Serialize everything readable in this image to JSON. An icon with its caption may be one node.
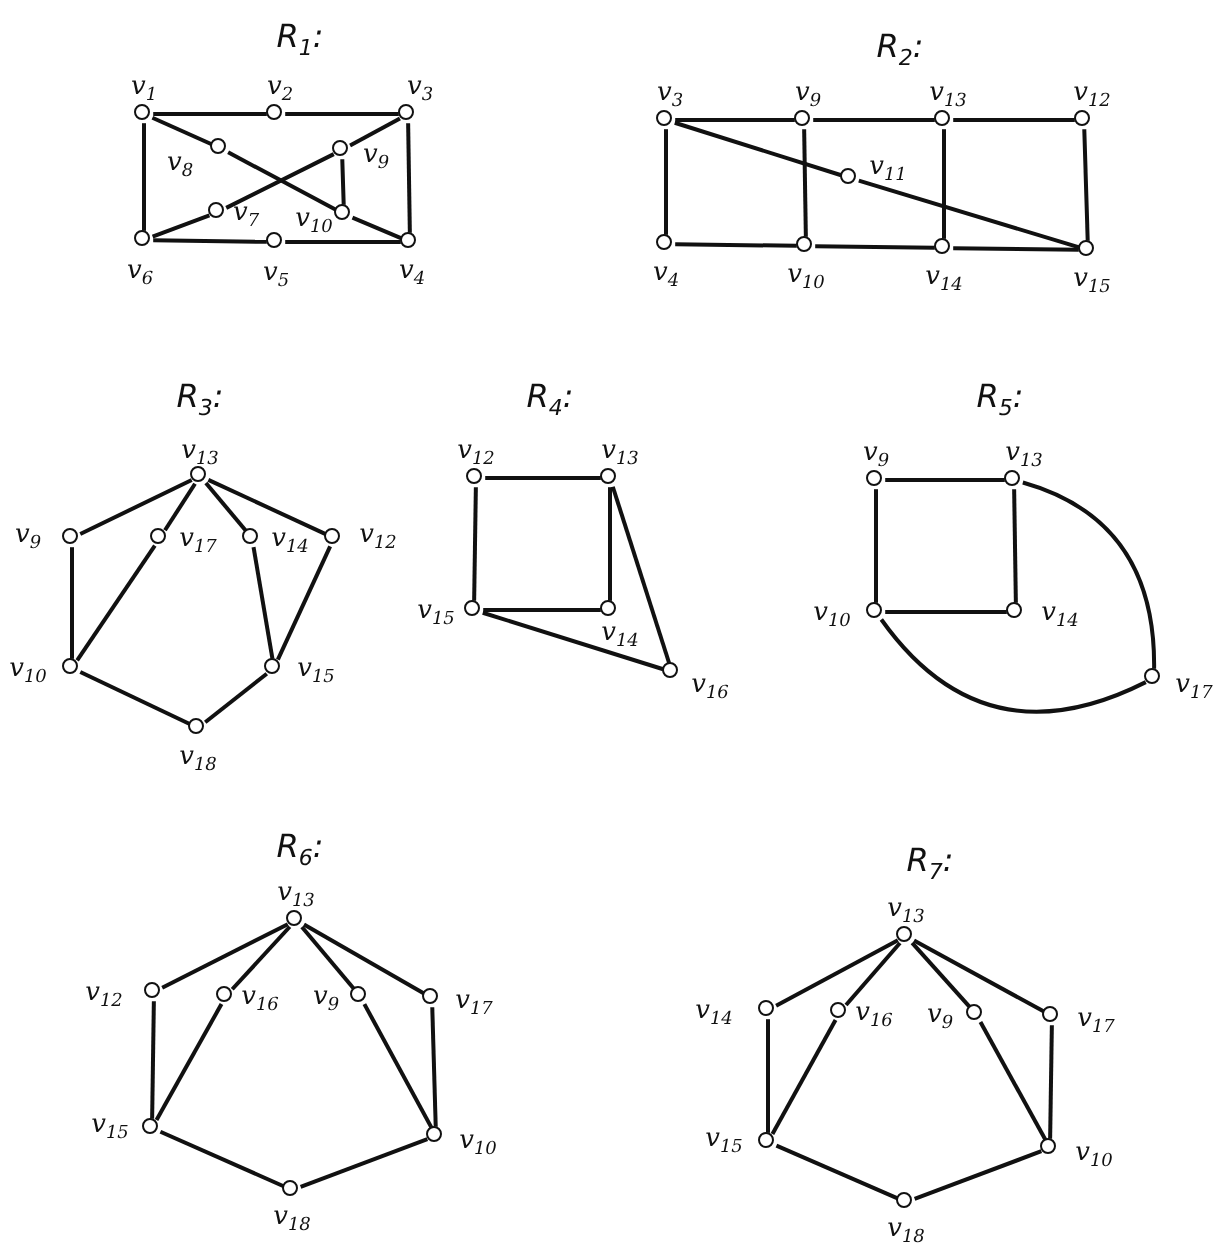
{
  "diagram": {
    "nodes": [
      {
        "text": [],
        "shape": "circle",
        "beside": [
          "v$_{1}$"
        ]
      },
      {
        "text": [],
        "shape": "circle",
        "beside": [
          "v$_{2}$"
        ]
      },
      {
        "text": [],
        "shape": "circle",
        "beside": [
          "v$_{3}$"
        ]
      },
      {
        "text": [],
        "shape": "circle",
        "beside": [
          "v$_{8}$"
        ]
      },
      {
        "text": [],
        "shape": "circle",
        "beside": [
          "v$_{9}$"
        ]
      },
      {
        "text": [],
        "shape": "circle",
        "beside": [
          "v$_{7}$"
        ]
      },
      {
        "text": [],
        "shape": "circle",
        "beside": [
          "v$_{10}$"
        ]
      },
      {
        "text": [],
        "shape": "circle",
        "beside": [
          "v$_{6}$"
        ]
      },
      {
        "text": [],
        "shape": "circle",
        "beside": [
          "v$_{5}$"
        ]
      },
      {
        "text": [],
        "shape": "circle",
        "beside": [
          "v$_{4}$"
        ]
      },
      {
        "text": [],
        "shape": "circle",
        "beside": [
          "v$_{3}$"
        ]
      },
      {
        "text": [],
        "shape": "circle",
        "beside": [
          "v$_{9}$"
        ]
      },
      {
        "text": [],
        "shape": "circle",
        "beside": [
          "v$_{13}$"
        ]
      },
      {
        "text": [],
        "shape": "circle",
        "beside": [
          "v$_{12}$"
        ]
      },
      {
        "text": [],
        "shape": "circle",
        "beside": [
          "v$_{11}$"
        ]
      },
      {
        "text": [],
        "shape": "circle",
        "beside": [
          "v$_{4}$"
        ]
      },
      {
        "text": [],
        "shape": "circle",
        "beside": [
          "v$_{10}$"
        ]
      },
      {
        "text": [],
        "shape": "circle",
        "beside": [
          "v$_{14}$"
        ]
      },
      {
        "text": [],
        "shape": "circle",
        "beside": [
          "v$_{15}$"
        ]
      },
      {
        "text": [],
        "shape": "circle",
        "beside": [
          "v$_{13}$"
        ]
      },
      {
        "text": [],
        "shape": "circle",
        "beside": [
          "v$_{9}$"
        ]
      },
      {
        "text": [],
        "shape": "circle",
        "beside": [
          "v$_{17}$"
        ]
      },
      {
        "text": [],
        "shape": "circle",
        "beside": [
          "v$_{14}$"
        ]
      },
      {
        "text": [],
        "shape": "circle",
        "beside": [
          "v$_{12}$"
        ]
      },
      {
        "text": [],
        "shape": "circle",
        "beside": [
          "v$_{10}$"
        ]
      },
      {
        "text": [],
        "shape": "circle",
        "beside": [
          "v$_{15}$"
        ]
      },
      {
        "text": [],
        "shape": "circle",
        "beside": [
          "v$_{18}$"
        ]
      },
      {
        "text": [],
        "shape": "circle",
        "beside": [
          "v$_{12}$"
        ]
      },
      {
        "text": [],
        "shape": "circle",
        "beside": [
          "v$_{13}$"
        ]
      },
      {
        "text": [],
        "shape": "circle",
        "beside": [
          "v$_{15}$"
        ]
      },
      {
        "text": [],
        "shape": "circle",
        "beside": [
          "v$_{14}$"
        ]
      },
      {
        "text": [],
        "shape": "circle",
        "beside": [
          "v$_{16}$"
        ]
      },
      {
        "text": [],
        "shape": "circle",
        "beside": [
          "v$_{9}$"
        ]
      },
      {
        "text": [],
        "shape": "circle",
        "beside": [
          "v$_{13}$"
        ]
      },
      {
        "text": [],
        "shape": "circle",
        "beside": [
          "v$_{10}$"
        ]
      },
      {
        "text": [],
        "shape": "circle",
        "beside": [
          "v$_{14}$"
        ]
      },
      {
        "text": [],
        "shape": "circle",
        "beside": [
          "v$_{17}$"
        ]
      },
      {
        "text": [],
        "shape": "circle",
        "beside": [
          "v$_{13}$"
        ]
      },
      {
        "text": [],
        "shape": "circle",
        "beside": [
          "v$_{12}$"
        ]
      },
      {
        "text": [],
        "shape": "circle",
        "beside": [
          "v$_{16}$"
        ]
      },
      {
        "text": [],
        "shape": "circle",
        "beside": [
          "v$_{9}$"
        ]
      },
      {
        "text": [],
        "shape": "circle",
        "beside": [
          "v$_{17}$"
        ]
      },
      {
        "text": [],
        "shape": "circle",
        "beside": [
          "v$_{15}$"
        ]
      },
      {
        "text": [],
        "shape": "circle",
        "beside": [
          "v$_{10}$"
        ]
      },
      {
        "text": [],
        "shape": "circle",
        "beside": [
          "v$_{18}$"
        ]
      },
      {
        "text": [],
        "shape": "circle",
        "beside": [
          "v$_{13}$"
        ]
      },
      {
        "text": [],
        "shape": "circle",
        "beside": [
          "v$_{14}$"
        ]
      },
      {
        "text": [],
        "shape": "circle",
        "beside": [
          "v$_{16}$"
        ]
      },
      {
        "text": [],
        "shape": "circle",
        "beside": [
          "v$_{9}$"
        ]
      },
      {
        "text": [],
        "shape": "circle",
        "beside": [
          "v$_{17}$"
        ]
      },
      {
        "text": [],
        "shape": "circle",
        "beside": [
          "v$_{15}$"
        ]
      },
      {
        "text": [],
        "shape": "circle",
        "beside": [
          "v$_{10}$"
        ]
      },
      {
        "text": [],
        "shape": "circle",
        "beside": [
          "v$_{18}$"
        ]
      }
    ],
    "edges": [
      {
        "from": 0,
        "to": 1,
        "arrow": "none"
      },
      {
        "from": 1,
        "to": 2,
        "arrow": "none"
      },
      {
        "from": 0,
        "to": 7,
        "arrow": "none"
      },
      {
        "from": 7,
        "to": 8,
        "arrow": "none"
      },
      {
        "from": 8,
        "to": 9,
        "arrow": "none"
      },
      {
        "from": 2,
        "to": 9,
        "arrow": "none"
      },
      {
        "from": 0,
        "to": 3,
        "arrow": "none"
      },
      {
        "from": 3,
        "to": 6,
        "arrow": "none"
      },
      {
        "from": 6,
        "to": 9,
        "arrow": "none"
      },
      {
        "from": 7,
        "to": 5,
        "arrow": "none"
      },
      {
        "from": 5,
        "to": 4,
        "arrow": "none"
      },
      {
        "from": 4,
        "to": 2,
        "arrow": "none"
      },
      {
        "from": 4,
        "to": 6,
        "arrow": "none"
      },
      {
        "from": 10,
        "to": 11,
        "arrow": "none"
      },
      {
        "from": 11,
        "to": 12,
        "arrow": "none"
      },
      {
        "from": 12,
        "to": 13,
        "arrow": "none"
      },
      {
        "from": 10,
        "to": 15,
        "arrow": "none"
      },
      {
        "from": 15,
        "to": 16,
        "arrow": "none"
      },
      {
        "from": 16,
        "to": 17,
        "arrow": "none"
      },
      {
        "from": 17,
        "to": 18,
        "arrow": "none"
      },
      {
        "from": 11,
        "to": 16,
        "arrow": "none"
      },
      {
        "from": 12,
        "to": 17,
        "arrow": "none"
      },
      {
        "from": 13,
        "to": 18,
        "arrow": "none"
      },
      {
        "from": 10,
        "to": 14,
        "arrow": "none"
      },
      {
        "from": 14,
        "to": 18,
        "arrow": "none"
      },
      {
        "from": 19,
        "to": 20,
        "arrow": "none"
      },
      {
        "from": 19,
        "to": 21,
        "arrow": "none"
      },
      {
        "from": 19,
        "to": 22,
        "arrow": "none"
      },
      {
        "from": 19,
        "to": 23,
        "arrow": "none"
      },
      {
        "from": 20,
        "to": 24,
        "arrow": "none"
      },
      {
        "from": 21,
        "to": 24,
        "arrow": "none"
      },
      {
        "from": 22,
        "to": 25,
        "arrow": "none"
      },
      {
        "from": 23,
        "to": 25,
        "arrow": "none"
      },
      {
        "from": 24,
        "to": 26,
        "arrow": "none"
      },
      {
        "from": 26,
        "to": 25,
        "arrow": "none"
      },
      {
        "from": 27,
        "to": 28,
        "arrow": "none"
      },
      {
        "from": 27,
        "to": 29,
        "arrow": "none"
      },
      {
        "from": 28,
        "to": 30,
        "arrow": "none"
      },
      {
        "from": 29,
        "to": 30,
        "arrow": "none"
      },
      {
        "from": 28,
        "to": 31,
        "arrow": "none"
      },
      {
        "from": 29,
        "to": 31,
        "arrow": "none"
      },
      {
        "from": 32,
        "to": 33,
        "arrow": "none"
      },
      {
        "from": 32,
        "to": 34,
        "arrow": "none"
      },
      {
        "from": 33,
        "to": 35,
        "arrow": "none"
      },
      {
        "from": 34,
        "to": 35,
        "arrow": "none"
      },
      {
        "from": 33,
        "to": 36,
        "arrow": "none"
      },
      {
        "from": 34,
        "to": 36,
        "arrow": "none"
      },
      {
        "from": 37,
        "to": 38,
        "arrow": "none"
      },
      {
        "from": 37,
        "to": 39,
        "arrow": "none"
      },
      {
        "from": 37,
        "to": 40,
        "arrow": "none"
      },
      {
        "from": 37,
        "to": 41,
        "arrow": "none"
      },
      {
        "from": 38,
        "to": 42,
        "arrow": "none"
      },
      {
        "from": 39,
        "to": 42,
        "arrow": "none"
      },
      {
        "from": 40,
        "to": 43,
        "arrow": "none"
      },
      {
        "from": 41,
        "to": 43,
        "arrow": "none"
      },
      {
        "from": 42,
        "to": 44,
        "arrow": "none"
      },
      {
        "from": 44,
        "to": 43,
        "arrow": "none"
      },
      {
        "from": 45,
        "to": 46,
        "arrow": "none"
      },
      {
        "from": 45,
        "to": 47,
        "arrow": "none"
      },
      {
        "from": 45,
        "to": 48,
        "arrow": "none"
      },
      {
        "from": 45,
        "to": 49,
        "arrow": "none"
      },
      {
        "from": 46,
        "to": 50,
        "arrow": "none"
      },
      {
        "from": 47,
        "to": 50,
        "arrow": "none"
      },
      {
        "from": 48,
        "to": 51,
        "arrow": "none"
      },
      {
        "from": 49,
        "to": 51,
        "arrow": "none"
      },
      {
        "from": 50,
        "to": 52,
        "arrow": "none"
      },
      {
        "from": 52,
        "to": 51,
        "arrow": "none"
      }
    ],
    "labels": [
      "R$_{1}$:",
      "R$_{2}$:",
      "R$_{3}$:",
      "R$_{4}$:",
      "R$_{5}$:",
      "R$_{6}$:",
      "R$_{7}$:"
    ]
  }
}
